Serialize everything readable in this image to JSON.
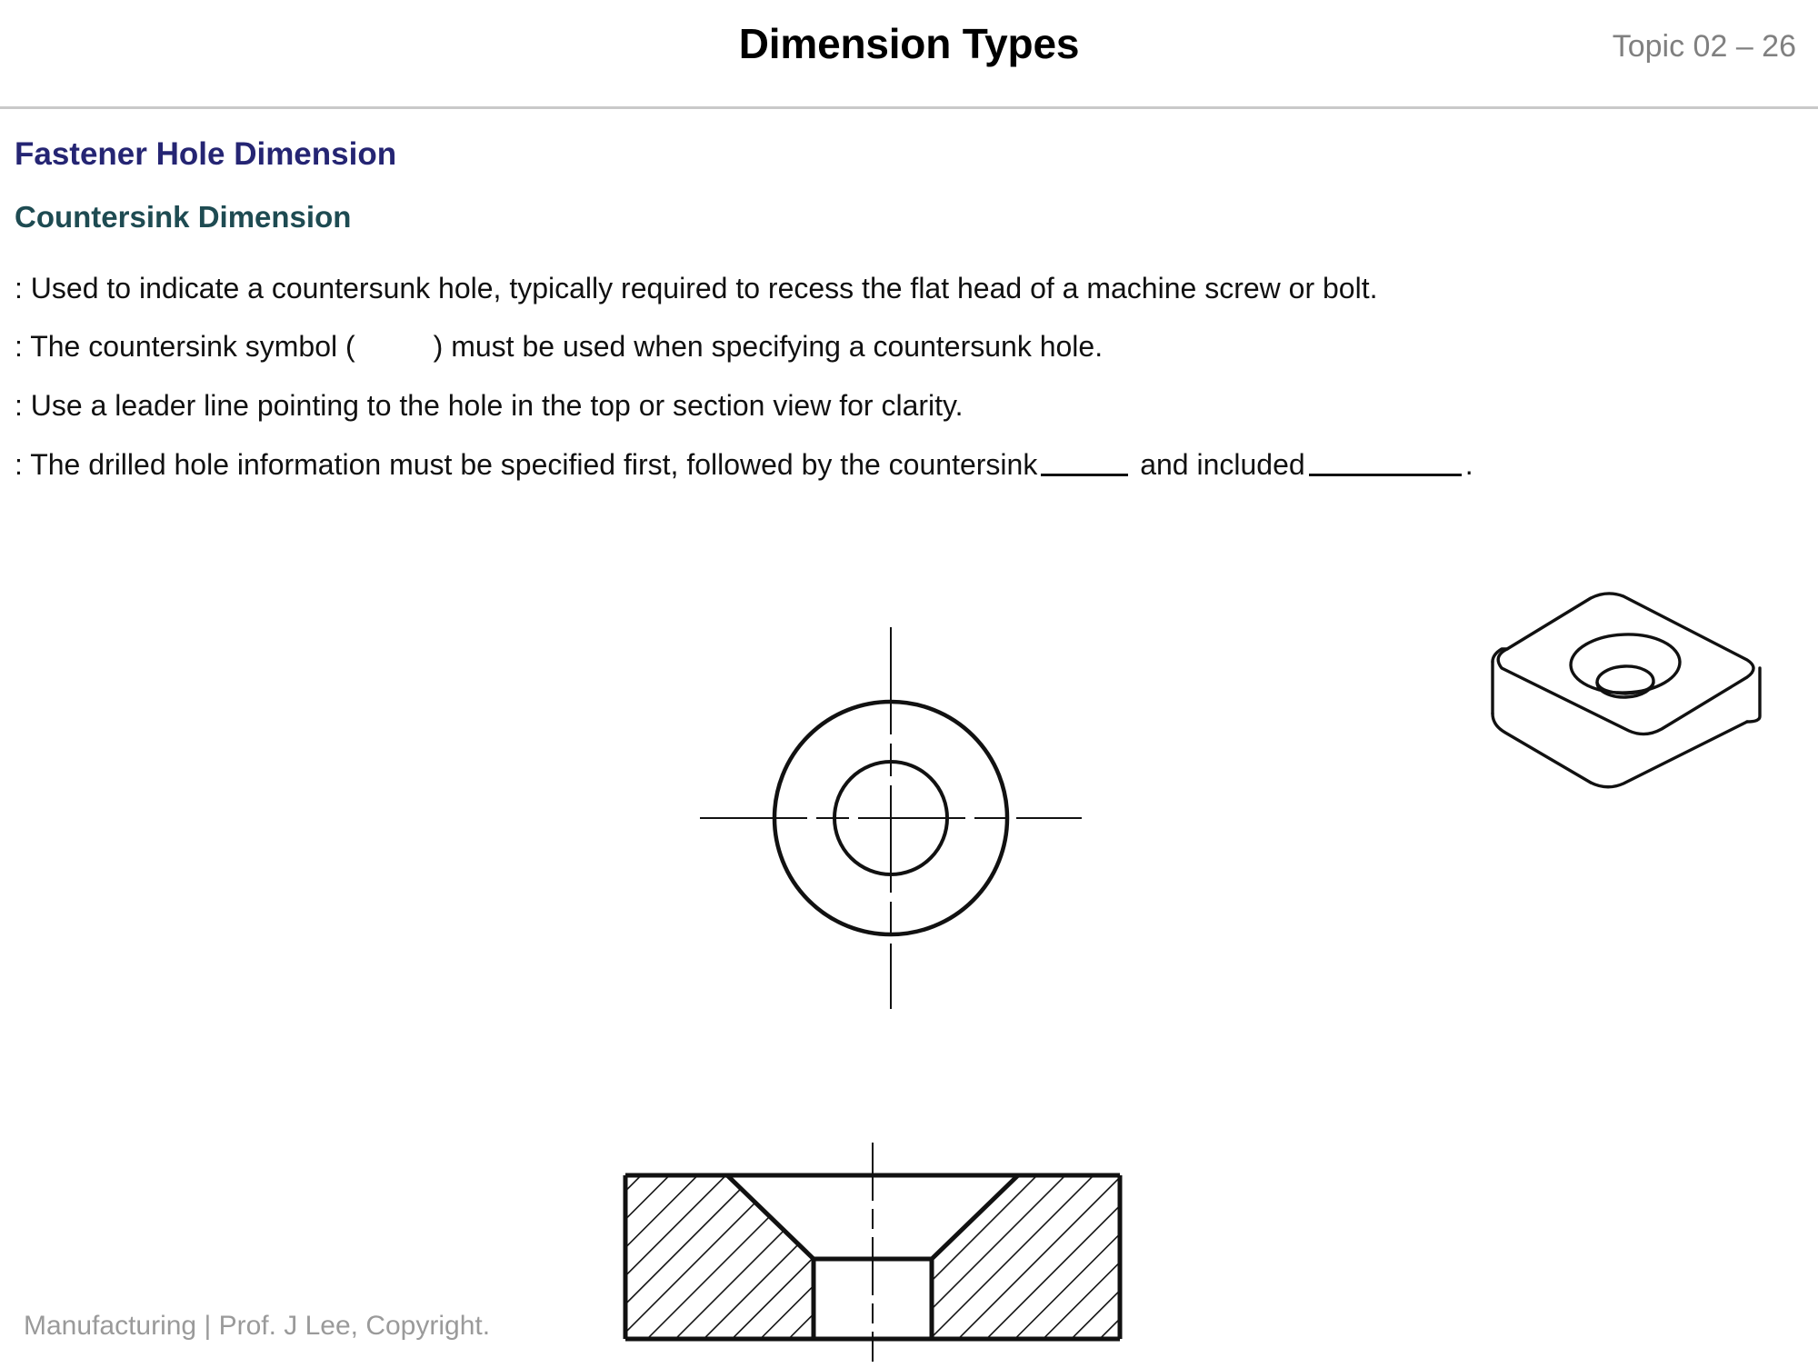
{
  "header": {
    "title": "Dimension Types",
    "topic_label": "Topic 02 – 26"
  },
  "headings": {
    "primary": "Fastener Hole Dimension",
    "primary_color": "#252573",
    "secondary": "Countersink Dimension",
    "secondary_color": "#1e4b52"
  },
  "bullets": [
    {
      "text": ": Used to indicate a countersunk hole, typically required to recess the flat head of a machine screw or bolt."
    },
    {
      "prefix": ": The countersink symbol (",
      "suffix": ") must be used when specifying a countersunk hole."
    },
    {
      "text": ": Use a leader line pointing to the hole in the top or section view for clarity."
    },
    {
      "prefix": ": The drilled hole information must be specified first, followed by the countersink",
      "middle": "and included",
      "suffix": "."
    }
  ],
  "figures": {
    "top_view": {
      "name": "countersink-top-view",
      "outer_circle_diameter": 250,
      "inner_circle_diameter": 120,
      "line_color": "#111111"
    },
    "iso_view": {
      "name": "countersink-isometric-view",
      "line_color": "#111111"
    },
    "section_view": {
      "name": "countersink-section-view",
      "line_color": "#111111",
      "hatch_angle_deg": 45
    }
  },
  "footer": {
    "credit": "Manufacturing | Prof. J Lee, Copyright.",
    "color": "#9a9a9a"
  }
}
